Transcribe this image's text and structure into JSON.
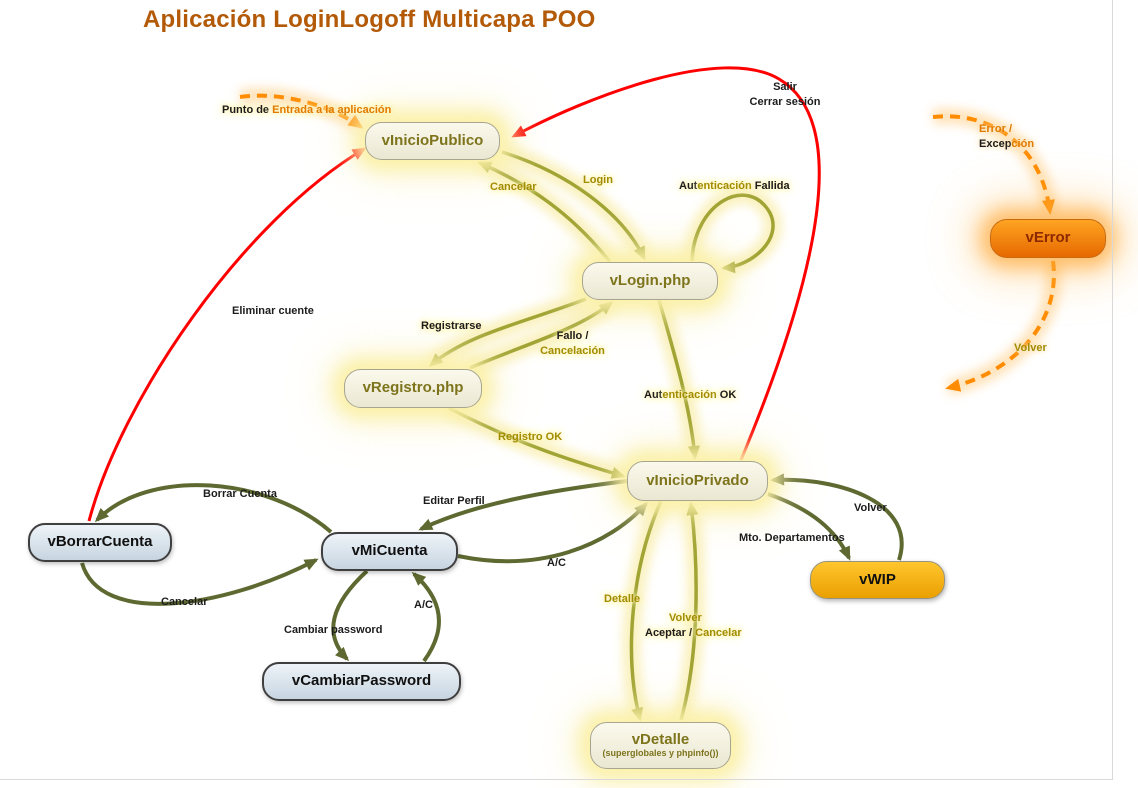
{
  "title": "Aplicación LoginLogoff Multicapa POO",
  "nodes": {
    "inicio_publico": {
      "label": "vInicioPublico"
    },
    "login_php": {
      "label": "vLogin.php"
    },
    "registro_php": {
      "label": "vRegistro.php"
    },
    "inicio_privado": {
      "label": "vInicioPrivado"
    },
    "v_error": {
      "label": "vError"
    },
    "v_wip": {
      "label": "vWIP"
    },
    "borrar_cuenta": {
      "label": "vBorrarCuenta"
    },
    "mi_cuenta": {
      "label": "vMiCuenta"
    },
    "cambiar_password": {
      "label": "vCambiarPassword"
    },
    "detalle": {
      "label": "vDetalle",
      "sublabel": "(superglobales y phpinfo())"
    }
  },
  "edge_labels": {
    "entrada": {
      "black": "Punto de ",
      "orange": "Entrada a la aplicación"
    },
    "salir": {
      "line1": "Salir",
      "line2": "Cerrar sesión"
    },
    "cancelar_top": {
      "text": "Cancelar"
    },
    "login": {
      "text": "Login"
    },
    "aut_fallida": {
      "a": "Aut",
      "b": "enticación",
      "c": " Fallida"
    },
    "registrarse": {
      "text": "Registrarse"
    },
    "fallo_cancelacion": {
      "line1": "Fallo /",
      "line2": "Cancelación"
    },
    "aut_ok": {
      "a": "Aut",
      "b": "enticación",
      "c": " OK"
    },
    "registro_ok": {
      "text": "Registro OK"
    },
    "eliminar_cuenta": {
      "text": "Eliminar cuente"
    },
    "borrar_cuenta": {
      "text": "Borrar Cuenta"
    },
    "cancelar_izq": {
      "text": "Cancelar"
    },
    "editar_perfil": {
      "text": "Editar Perfil"
    },
    "ac_privado": {
      "text": "A/C"
    },
    "cambiar_password": {
      "text": "Cambiar password"
    },
    "ac_password": {
      "text": "A/C"
    },
    "detalle": {
      "text": "Detalle"
    },
    "volver_detalle": {
      "text": "Volver"
    },
    "aceptar_cancelar": {
      "a": "Aceptar / ",
      "b": "Cancelar"
    },
    "mto_departamentos": {
      "text": "Mto. Departamentos"
    },
    "volver_wip": {
      "text": "Volver"
    },
    "error_excepcion": {
      "line1": "Error /",
      "line2a": "Excep",
      "line2b": "ción"
    },
    "volver_error": {
      "text": "Volver"
    }
  },
  "colors": {
    "title": "#b35a08",
    "cream_node_text": "#7d741c",
    "olive_edge": "#a0a433",
    "dark_olive_edge": "#5d6930",
    "red_edge": "#fe0000",
    "orange_edge": "#ff8c00",
    "label_olive": "#a18c00",
    "label_orange": "#e07b00",
    "wip_fill": "#f2a90a",
    "error_fill": "#f07800",
    "blue_node_fill": "#d3dfe9",
    "cream_node_fill": "#f2efdb"
  }
}
